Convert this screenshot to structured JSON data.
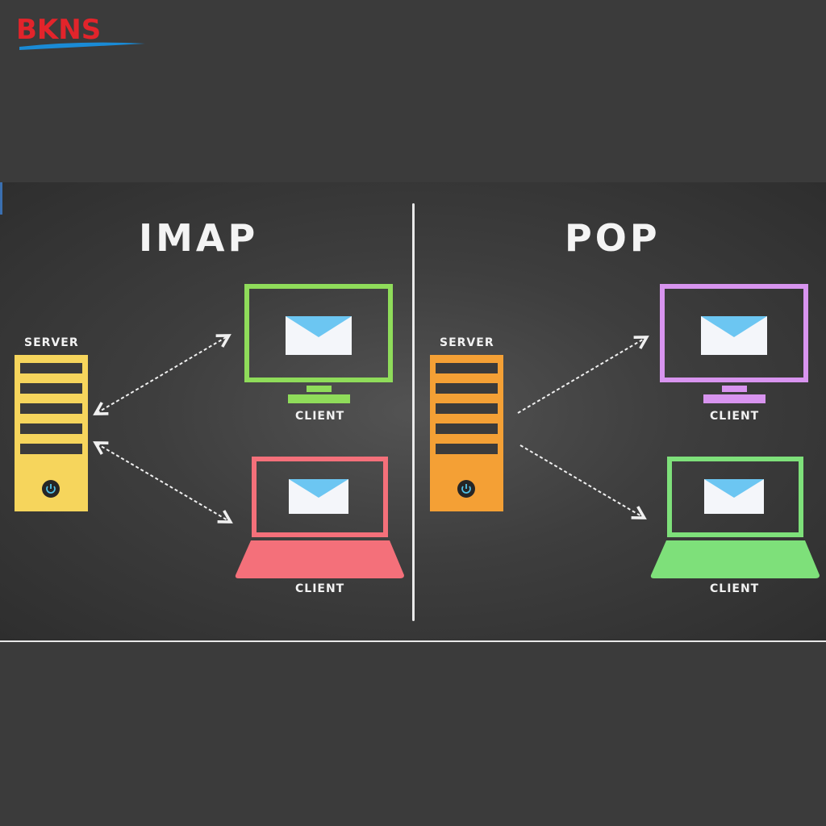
{
  "logo": {
    "text": "BKNS"
  },
  "left": {
    "title": "IMAP",
    "server_label": "SERVER",
    "client_labels": [
      "CLIENT",
      "CLIENT"
    ]
  },
  "right": {
    "title": "POP",
    "server_label": "SERVER",
    "client_labels": [
      "CLIENT",
      "CLIENT"
    ]
  },
  "colors": {
    "background": "#3b3b3b",
    "imap_server": "#f6d55c",
    "imap_desktop": "#8fdc5a",
    "imap_laptop": "#f4707a",
    "pop_server": "#f4a035",
    "pop_desktop": "#d894ef",
    "pop_laptop": "#7ee07a",
    "envelope": "#f4f6fa",
    "envelope_flap": "#6cc6f2",
    "logo_red": "#e2242b",
    "logo_blue": "#1a8bd6"
  },
  "icons": [
    "power-icon",
    "envelope-icon",
    "arrow-icon"
  ]
}
